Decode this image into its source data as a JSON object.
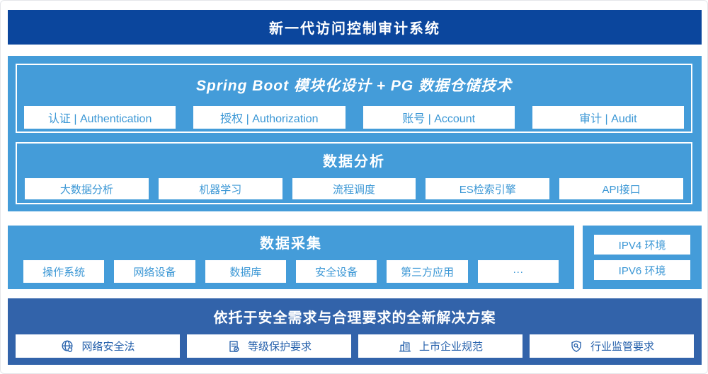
{
  "banner": {
    "title": "新一代访问控制审计系统"
  },
  "platform": {
    "tech": {
      "title": "Spring Boot 模块化设计 + PG 数据仓储技术",
      "modules": [
        "认证 | Authentication",
        "授权 | Authorization",
        "账号 | Account",
        "审计 | Audit"
      ]
    },
    "analysis": {
      "title": "数据分析",
      "modules": [
        "大数据分析",
        "机器学习",
        "流程调度",
        "ES检索引擎",
        "API接口"
      ]
    }
  },
  "collection": {
    "title": "数据采集",
    "sources": [
      "操作系统",
      "网络设备",
      "数据库",
      "安全设备",
      "第三方应用",
      "···"
    ]
  },
  "environments": {
    "items": [
      "IPV4 环境",
      "IPV6 环境"
    ]
  },
  "solution": {
    "title": "依托于安全需求与合理要求的全新解决方案",
    "items": [
      {
        "icon": "globe-icon",
        "label": "网络安全法"
      },
      {
        "icon": "document-check-icon",
        "label": "等级保护要求"
      },
      {
        "icon": "building-icon",
        "label": "上市企业规范"
      },
      {
        "icon": "shield-search-icon",
        "label": "行业监管要求"
      }
    ]
  },
  "colors": {
    "banner_blue": "#0b469d",
    "section_sky_blue": "#449cd9",
    "solution_blue": "#3263aa",
    "box_text_blue": "#3b97d5",
    "solution_text_blue": "#2560ab",
    "box_bg": "#ffffff"
  }
}
